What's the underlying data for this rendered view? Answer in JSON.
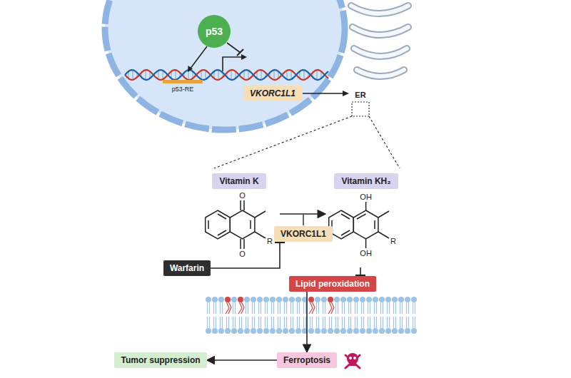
{
  "diagram": {
    "nodes": [
      {
        "text": [
          "p53"
        ]
      },
      {
        "text": [
          "VKORC1L1"
        ]
      },
      {
        "text": [
          "Vitamin K"
        ]
      },
      {
        "text": [
          "Vitamin KH₂"
        ]
      },
      {
        "text": [
          "VKORC1L1"
        ]
      },
      {
        "text": [
          "Warfarin"
        ]
      },
      {
        "text": [
          "Lipid peroxidation"
        ]
      },
      {
        "text": [
          "Ferroptosis"
        ]
      },
      {
        "text": [
          "Tumor suppression"
        ]
      }
    ],
    "edges": [
      {
        "from": 2,
        "to": 3,
        "arrow": "to"
      },
      {
        "from": 5,
        "to": 4,
        "arrow": "to"
      },
      {
        "from": 3,
        "to": 6,
        "arrow": "to"
      },
      {
        "from": 6,
        "to": 7,
        "arrow": "to"
      },
      {
        "from": 7,
        "to": 8,
        "arrow": "to"
      }
    ],
    "labels": [
      "p53-RE",
      "ER",
      "O",
      "O",
      "R",
      "OH",
      "OH",
      "R"
    ]
  }
}
